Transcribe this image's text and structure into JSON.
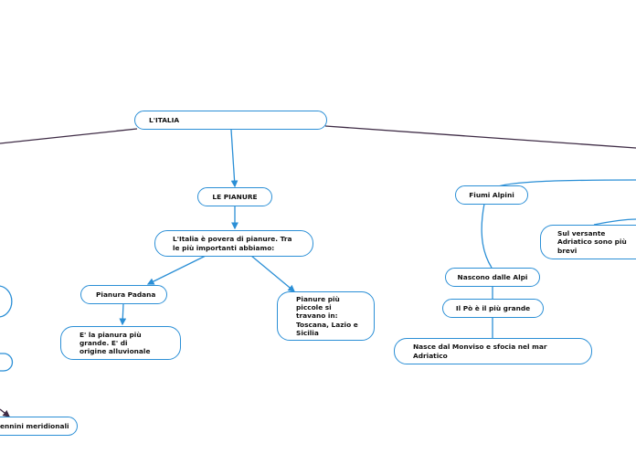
{
  "nodes": {
    "root": "L'ITALIA",
    "pianure": "LE PIANURE",
    "pianure_intro": "L'Italia è povera di pianure. Tra le più importanti abbiamo:",
    "padana": "Pianura Padana",
    "padana_desc": "E' la pianura più grande. E' di origine alluvionale",
    "piccole": "Pianure più piccole si travano in: Toscana, Lazio e Sicilia",
    "fiumi_alpini": "Fiumi Alpini",
    "nascono": "Nascono dalle Alpi",
    "po": "Il Pò è il più grande",
    "monviso": "Nasce dal Monviso e sfocia nel mar Adriatico",
    "adriatico": "Sul versante Adriatico sono più brevi",
    "appennini": "ennini meridionali"
  },
  "colors": {
    "connector_blue": "#2b8fd6",
    "connector_dark": "#3e2b45",
    "node_border": "#2b8fd6"
  }
}
